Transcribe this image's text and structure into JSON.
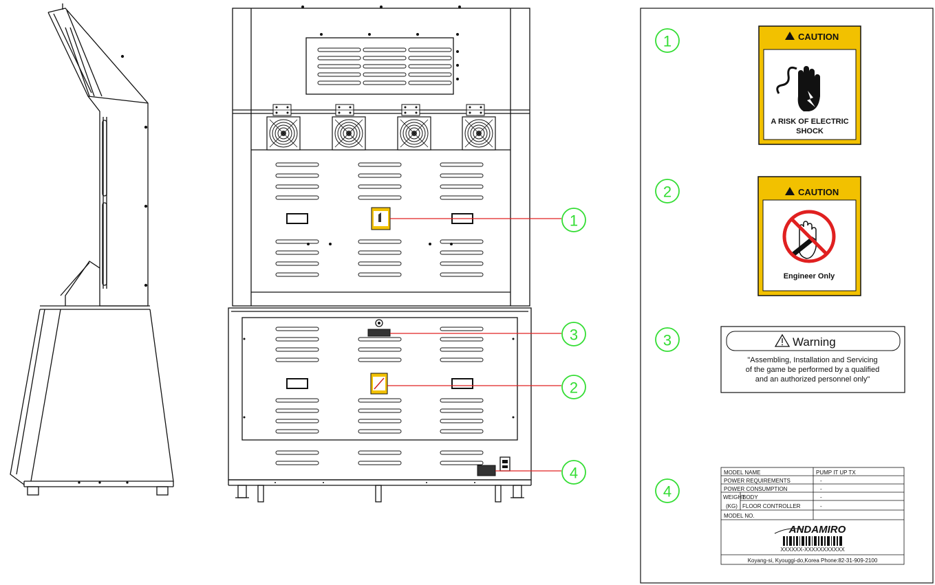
{
  "callouts": [
    "1",
    "2",
    "3",
    "4"
  ],
  "legend": {
    "sticker1": {
      "header": "CAUTION",
      "line1": "A RISK OF ELECTRIC",
      "line2": "SHOCK"
    },
    "sticker2": {
      "header": "CAUTION",
      "footer": "Engineer Only"
    },
    "sticker3": {
      "title": "Warning",
      "line1": "\"Assembling, Installation and Servicing",
      "line2": "of the game be performed by a qualified",
      "line3": "and an authorized personnel only\""
    },
    "sticker4": {
      "rows": [
        {
          "label": "MODEL NAME",
          "value": "PUMP IT UP TX"
        },
        {
          "label": "POWER REQUIREMENTS",
          "value": "-"
        },
        {
          "label": "POWER CONSUMPTION",
          "value": "-"
        },
        {
          "label": "BODY",
          "value": "-"
        },
        {
          "label": "FLOOR CONTROLLER",
          "value": "-"
        },
        {
          "label": "MODEL NO.",
          "value": ""
        }
      ],
      "weight_label": "WEIGHT",
      "weight_unit": "(KG)",
      "brand": "ANDAMIRO",
      "serial": "XXXXXX-XXXXXXXXXXX",
      "address": "Koyang-si, Kyouggi-do,Korea  Phone:82-31-909-2100"
    }
  },
  "colors": {
    "callout_green": "#33dd33",
    "leader_red": "#e02020",
    "caution_yellow": "#f2c100",
    "line": "#111111"
  }
}
